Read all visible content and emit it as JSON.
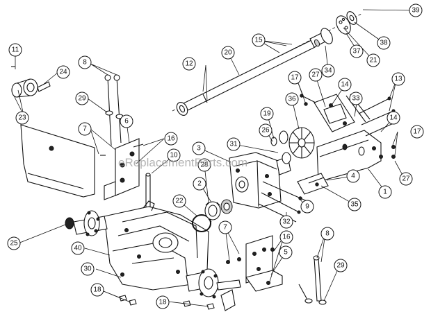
{
  "diagram": {
    "watermark": "eReplacementParts.com",
    "callouts": [
      {
        "id": "c-11",
        "label": "11"
      },
      {
        "id": "c-24",
        "label": "24"
      },
      {
        "id": "c-23",
        "label": "23"
      },
      {
        "id": "c-8a",
        "label": "8"
      },
      {
        "id": "c-29a",
        "label": "29"
      },
      {
        "id": "c-6",
        "label": "6"
      },
      {
        "id": "c-7a",
        "label": "7"
      },
      {
        "id": "c-16a",
        "label": "16"
      },
      {
        "id": "c-10",
        "label": "10"
      },
      {
        "id": "c-12",
        "label": "12"
      },
      {
        "id": "c-20",
        "label": "20"
      },
      {
        "id": "c-15",
        "label": "15"
      },
      {
        "id": "c-39",
        "label": "39"
      },
      {
        "id": "c-38",
        "label": "38"
      },
      {
        "id": "c-37",
        "label": "37"
      },
      {
        "id": "c-34",
        "label": "34"
      },
      {
        "id": "c-21",
        "label": "21"
      },
      {
        "id": "c-17a",
        "label": "17"
      },
      {
        "id": "c-27a",
        "label": "27"
      },
      {
        "id": "c-14a",
        "label": "14"
      },
      {
        "id": "c-13",
        "label": "13"
      },
      {
        "id": "c-33",
        "label": "33"
      },
      {
        "id": "c-36",
        "label": "36"
      },
      {
        "id": "c-19",
        "label": "19"
      },
      {
        "id": "c-26",
        "label": "26"
      },
      {
        "id": "c-14b",
        "label": "14"
      },
      {
        "id": "c-17b",
        "label": "17"
      },
      {
        "id": "c-27b",
        "label": "27"
      },
      {
        "id": "c-3",
        "label": "3"
      },
      {
        "id": "c-31",
        "label": "31"
      },
      {
        "id": "c-28",
        "label": "28"
      },
      {
        "id": "c-2",
        "label": "2"
      },
      {
        "id": "c-22",
        "label": "22"
      },
      {
        "id": "c-4",
        "label": "4"
      },
      {
        "id": "c-1",
        "label": "1"
      },
      {
        "id": "c-9",
        "label": "9"
      },
      {
        "id": "c-35",
        "label": "35"
      },
      {
        "id": "c-32",
        "label": "32"
      },
      {
        "id": "c-25",
        "label": "25"
      },
      {
        "id": "c-40",
        "label": "40"
      },
      {
        "id": "c-30",
        "label": "30"
      },
      {
        "id": "c-7b",
        "label": "7"
      },
      {
        "id": "c-16b",
        "label": "16"
      },
      {
        "id": "c-5",
        "label": "5"
      },
      {
        "id": "c-8b",
        "label": "8"
      },
      {
        "id": "c-29b",
        "label": "29"
      },
      {
        "id": "c-18a",
        "label": "18"
      },
      {
        "id": "c-18b",
        "label": "18"
      }
    ]
  }
}
